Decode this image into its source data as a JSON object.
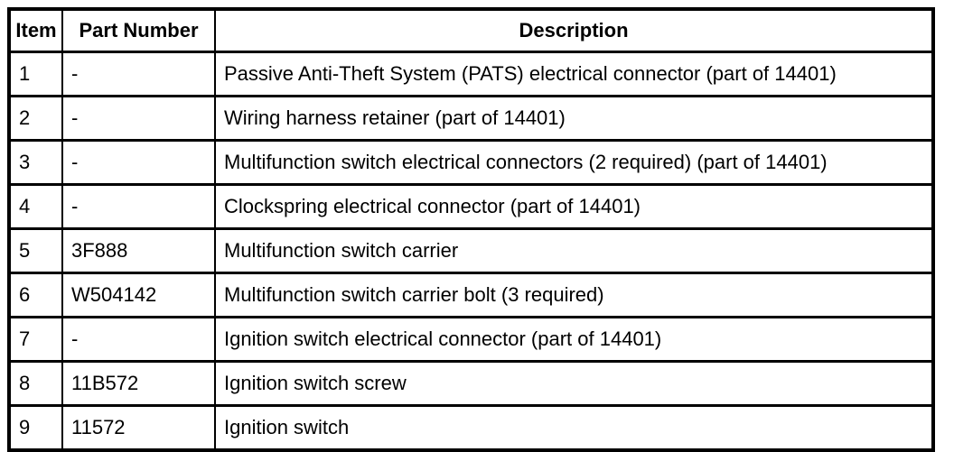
{
  "colors": {
    "border": "#000000",
    "background": "#ffffff",
    "text": "#000000"
  },
  "table": {
    "headers": {
      "item": "Item",
      "part_number": "Part Number",
      "description": "Description"
    },
    "rows": [
      {
        "item": "1",
        "part_number": "-",
        "description": "Passive Anti-Theft System (PATS) electrical connector (part of 14401)"
      },
      {
        "item": "2",
        "part_number": "-",
        "description": "Wiring harness retainer (part of 14401)"
      },
      {
        "item": "3",
        "part_number": "-",
        "description": "Multifunction switch electrical connectors (2 required) (part of 14401)"
      },
      {
        "item": "4",
        "part_number": "-",
        "description": "Clockspring electrical connector (part of 14401)"
      },
      {
        "item": "5",
        "part_number": "3F888",
        "description": "Multifunction switch carrier"
      },
      {
        "item": "6",
        "part_number": "W504142",
        "description": "Multifunction switch carrier bolt (3 required)"
      },
      {
        "item": "7",
        "part_number": "-",
        "description": "Ignition switch electrical connector (part of 14401)"
      },
      {
        "item": "8",
        "part_number": "11B572",
        "description": "Ignition switch screw"
      },
      {
        "item": "9",
        "part_number": "11572",
        "description": "Ignition switch"
      }
    ]
  }
}
